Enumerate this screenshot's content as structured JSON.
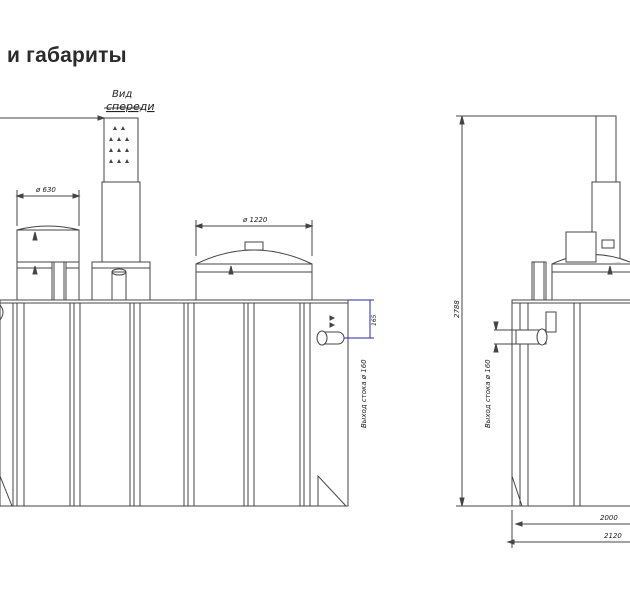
{
  "page": {
    "section_title": "и габариты"
  },
  "drawing": {
    "front_view": {
      "view_label_top": "Вид",
      "view_label_bottom": "спереди",
      "hatch_diameter_small": "ø 630",
      "hatch_diameter_large": "ø 1220",
      "outlet_label": "Выход стока ø 160",
      "outlet_height": "165"
    },
    "side_view": {
      "overall_height": "2788",
      "outlet_label": "Выход стока ø 160",
      "width_inner": "2000",
      "width_outer": "2120"
    }
  }
}
